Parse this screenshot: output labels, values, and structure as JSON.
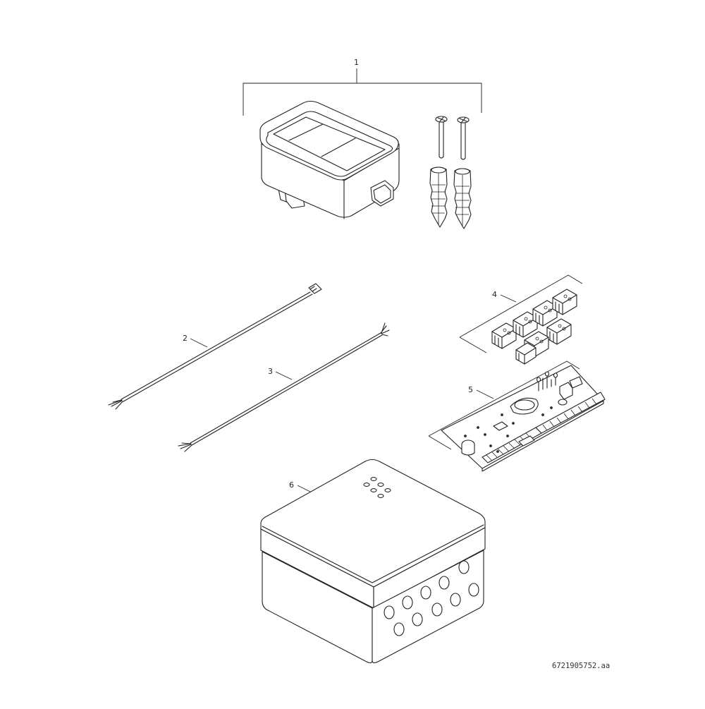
{
  "callouts": {
    "c1": "1",
    "c2": "2",
    "c3": "3",
    "c4": "4",
    "c5": "5",
    "c6": "6"
  },
  "reference_code": "6721905752.aa"
}
